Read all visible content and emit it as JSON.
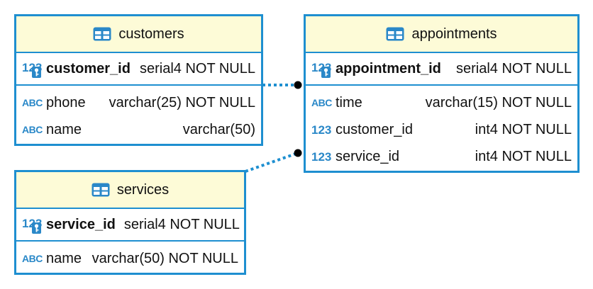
{
  "tables": {
    "customers": {
      "title": "customers",
      "pk": {
        "icon": "numeric-key-icon",
        "name": "customer_id",
        "type": "serial4 NOT NULL"
      },
      "columns": [
        {
          "icon": "text-type-icon",
          "name": "phone",
          "type": "varchar(25) NOT NULL"
        },
        {
          "icon": "text-type-icon",
          "name": "name",
          "type": "varchar(50)"
        }
      ]
    },
    "services": {
      "title": "services",
      "pk": {
        "icon": "numeric-key-icon",
        "name": "service_id",
        "type": "serial4 NOT NULL"
      },
      "columns": [
        {
          "icon": "text-type-icon",
          "name": "name",
          "type": "varchar(50) NOT NULL"
        }
      ]
    },
    "appointments": {
      "title": "appointments",
      "pk": {
        "icon": "numeric-key-icon",
        "name": "appointment_id",
        "type": "serial4 NOT NULL"
      },
      "columns": [
        {
          "icon": "text-type-icon",
          "name": "time",
          "type": "varchar(15) NOT NULL"
        },
        {
          "icon": "numeric-type-icon",
          "name": "customer_id",
          "type": "int4 NOT NULL"
        },
        {
          "icon": "numeric-type-icon",
          "name": "service_id",
          "type": "int4 NOT NULL"
        }
      ]
    }
  },
  "relationships": [
    {
      "from": "customers",
      "to": "appointments"
    },
    {
      "from": "services",
      "to": "appointments"
    }
  ],
  "colors": {
    "border": "#1e8fd0",
    "header_bg": "#fdfbd7",
    "icon": "#2a88c8",
    "connector": "#1e8fd0",
    "endpoint": "#000000"
  }
}
